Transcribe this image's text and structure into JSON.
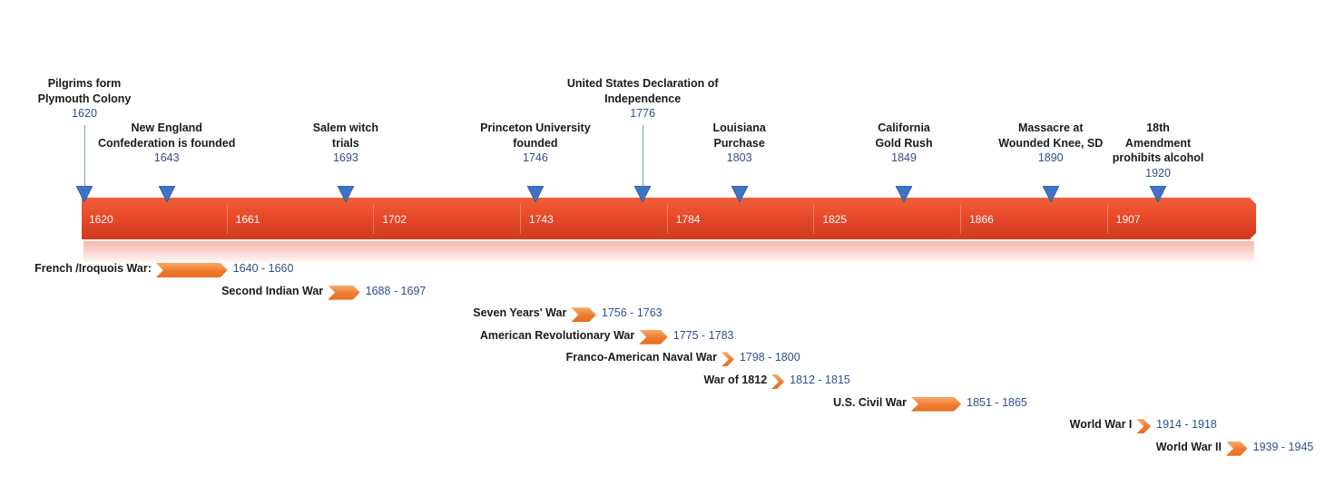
{
  "timeline": {
    "start_year": 1620,
    "end_year": 1940,
    "bar_color": "#e8492a",
    "marker_color": "#3f73c6",
    "period_color": "#ee7b2e",
    "ticks": [
      {
        "year": 1620,
        "label": "1620"
      },
      {
        "year": 1661,
        "label": "1661"
      },
      {
        "year": 1702,
        "label": "1702"
      },
      {
        "year": 1743,
        "label": "1743"
      },
      {
        "year": 1784,
        "label": "1784"
      },
      {
        "year": 1825,
        "label": "1825"
      },
      {
        "year": 1866,
        "label": "1866"
      },
      {
        "year": 1907,
        "label": "1907"
      }
    ],
    "events": [
      {
        "year": 1620,
        "title": "Pilgrims form\nPlymouth Colony",
        "year_label": "1620",
        "tall": true
      },
      {
        "year": 1643,
        "title": "New England\nConfederation is founded",
        "year_label": "1643",
        "tall": false
      },
      {
        "year": 1693,
        "title": "Salem witch\ntrials",
        "year_label": "1693",
        "tall": false
      },
      {
        "year": 1746,
        "title": "Princeton University\nfounded",
        "year_label": "1746",
        "tall": false
      },
      {
        "year": 1776,
        "title": "United States Declaration of\nIndependence",
        "year_label": "1776",
        "tall": true
      },
      {
        "year": 1803,
        "title": "Louisiana\nPurchase",
        "year_label": "1803",
        "tall": false
      },
      {
        "year": 1849,
        "title": "California\nGold Rush",
        "year_label": "1849",
        "tall": false
      },
      {
        "year": 1890,
        "title": "Massacre at\nWounded Knee, SD",
        "year_label": "1890",
        "tall": false
      },
      {
        "year": 1920,
        "title": "18th\nAmendment\nprohibits alcohol",
        "year_label": "1920",
        "tall": false
      }
    ],
    "periods": [
      {
        "name": "French /Iroquois War:",
        "start": 1640,
        "end": 1660,
        "years_label": "1640 - 1660"
      },
      {
        "name": "Second Indian War",
        "start": 1688,
        "end": 1697,
        "years_label": "1688 - 1697"
      },
      {
        "name": "Seven Years' War",
        "start": 1756,
        "end": 1763,
        "years_label": "1756 - 1763"
      },
      {
        "name": "American Revolutionary War",
        "start": 1775,
        "end": 1783,
        "years_label": "1775 - 1783"
      },
      {
        "name": "Franco-American Naval War",
        "start": 1798,
        "end": 1800,
        "years_label": "1798 - 1800"
      },
      {
        "name": "War of 1812",
        "start": 1812,
        "end": 1815,
        "years_label": "1812 - 1815"
      },
      {
        "name": "U.S. Civil War",
        "start": 1851,
        "end": 1865,
        "years_label": "1851 - 1865"
      },
      {
        "name": "World War I",
        "start": 1914,
        "end": 1918,
        "years_label": "1914 - 1918"
      },
      {
        "name": "World War II",
        "start": 1939,
        "end": 1945,
        "years_label": "1939 - 1945"
      }
    ]
  }
}
